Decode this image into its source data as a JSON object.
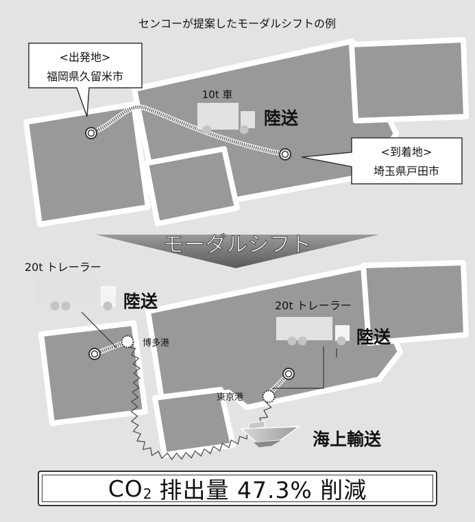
{
  "title": "センコーが提案したモーダルシフトの例",
  "before": {
    "origin_label": "<出発地>",
    "origin_city": "福岡県久留米市",
    "destination_label": "<到着地>",
    "destination_city": "埼玉県戸田市",
    "truck_label": "10t 車",
    "mode_label": "陸送"
  },
  "shift_label": "モーダルシフト",
  "after": {
    "trailer1_label": "20t トレーラー",
    "mode1_label": "陸送",
    "port1_label": "博多港",
    "trailer2_label": "20t トレーラー",
    "mode2_label": "陸送",
    "port2_label": "東京港",
    "sea_label": "海上輸送"
  },
  "result": {
    "co": "CO",
    "sub": "2",
    "rest": "排出量 47.3% 削減"
  }
}
